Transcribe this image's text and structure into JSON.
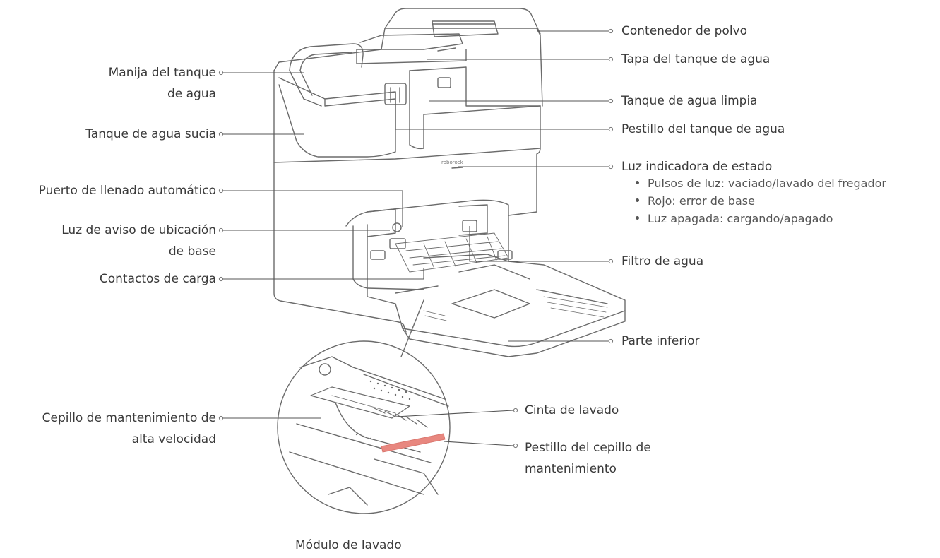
{
  "labels": {
    "dust_bin": "Contenedor de polvo",
    "water_tank_lid": "Tapa del tanque de agua",
    "water_tank_handle_line1": "Manija del tanque",
    "water_tank_handle_line2": "de agua",
    "clean_water_tank": "Tanque de agua limpia",
    "dirty_water_tank": "Tanque de agua sucia",
    "water_tank_latch": "Pestillo del tanque de agua",
    "status_indicator": "Luz indicadora de estado",
    "auto_refill_port": "Puerto de llenado automático",
    "dock_location_light_line1": "Luz de aviso de ubicación",
    "dock_location_light_line2": "de base",
    "water_filter": "Filtro de agua",
    "charging_contacts": "Contactos de carga",
    "bottom_part": "Parte inferior",
    "maintenance_brush_line1": "Cepillo de mantenimiento de",
    "maintenance_brush_line2": "alta velocidad",
    "wash_strip": "Cinta de lavado",
    "brush_latch_line1": "Pestillo del cepillo de",
    "brush_latch_line2": "mantenimiento",
    "wash_module_caption": "Módulo de lavado"
  },
  "status_states": [
    "Pulsos de luz: vaciado/lavado del fregador",
    "Rojo: error de base",
    "Luz apagada: cargando/apagado"
  ],
  "brand_mark": "roborock",
  "colors": {
    "line": "#555555",
    "outline": "#6b6b6b",
    "latch_highlight": "#e8877f"
  }
}
